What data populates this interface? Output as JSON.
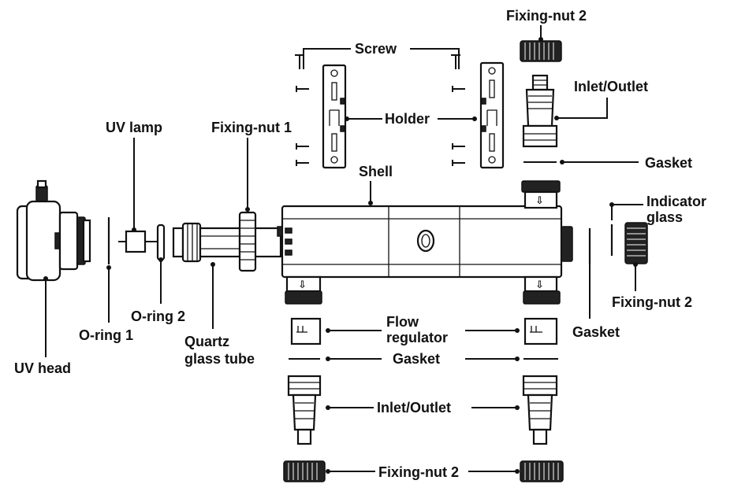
{
  "labels": {
    "screw": "Screw",
    "holder": "Holder",
    "shell": "Shell",
    "uv_lamp": "UV lamp",
    "fixing_nut_1": "Fixing-nut 1",
    "fixing_nut_2": "Fixing-nut 2",
    "inlet_outlet": "Inlet/Outlet",
    "gasket": "Gasket",
    "indicator_glass_line1": "Indicator",
    "indicator_glass_line2": "glass",
    "o_ring_1": "O-ring 1",
    "o_ring_2": "O-ring 2",
    "quartz_line1": "Quartz",
    "quartz_line2": "glass tube",
    "uv_head": "UV head",
    "flow_regulator_line1": "Flow",
    "flow_regulator_line2": "regulator"
  },
  "arrow_glyph": "⇩"
}
